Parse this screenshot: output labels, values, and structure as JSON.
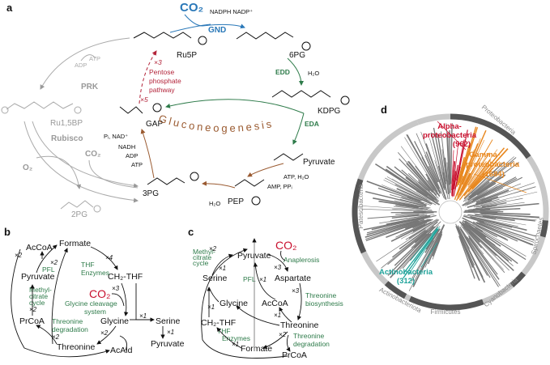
{
  "panels": {
    "a": {
      "label": "a",
      "metabolites": {
        "ru5p": "Ru5P",
        "sixpg": "6PG",
        "kdpg": "KDPG",
        "gap": "GAP",
        "pyruvate": "Pyruvate",
        "pep": "PEP",
        "threepg": "3PG",
        "ru15bp": "Ru1,5BP",
        "twopg": "2PG"
      },
      "enzymes": {
        "gnd": "GND",
        "edd": "EDD",
        "eda": "EDA",
        "prk": "PRK",
        "rubisco": "Rubisco"
      },
      "cofactors": {
        "nadph_nadp": "NADPH NADP⁺",
        "edd_h2o": "H₂O",
        "prk_atp": "ATP",
        "prk_adp": "ADP",
        "pi_nad": "Pᵢ, NAD⁺",
        "nadh": "NADH",
        "adp": "ADP",
        "atp": "ATP",
        "atp_h2o": "ATP, H₂O",
        "amp_ppi": "AMP, PPᵢ",
        "pep_h2o": "H₂O"
      },
      "co2_top": "CO₂",
      "co2_rubisco": "CO₂",
      "o2": "O₂",
      "pentose": {
        "x3": "×3",
        "x5": "×5",
        "line1": "Pentose",
        "line2": "phosphate",
        "line3": "pathway"
      },
      "gluconeogenesis": "Gluconeogenesis"
    },
    "b": {
      "label": "b",
      "nodes": {
        "acoa": "AcCoA",
        "formate": "Formate",
        "pyruvate": "Pyruvate",
        "ch2thf": "CH₂-THF",
        "co2": "CO₂",
        "glycine": "Glycine",
        "prcoa": "PrCoA",
        "threonine": "Threonine",
        "acald": "AcAld",
        "serine": "Serine",
        "pyruvate2": "Pyruvate"
      },
      "pathways": {
        "pfl": "PFL",
        "thf1": "THF",
        "thf2": "Enzymes",
        "methyl1": "Methyl-",
        "methyl2": "citrate",
        "methyl3": "cycle",
        "gcs1": "Glycine cleavage",
        "gcs2": "system",
        "thrdeg1": "Threonine",
        "thrdeg2": "degradation"
      },
      "stoich": [
        "×2",
        "×2",
        "×4",
        "×3",
        "×2",
        "×2",
        "×2",
        "×1",
        "×1"
      ]
    },
    "c": {
      "label": "c",
      "nodes": {
        "co2": "CO₂",
        "pyruvate": "Pyruvate",
        "serine": "Serine",
        "aspartate": "Aspartate",
        "glycine": "Glycine",
        "acoa": "AcCoA",
        "ch2thf": "CH₂-THF",
        "threonine": "Threonine",
        "formate": "Formate",
        "prcoa": "PrCoA"
      },
      "pathways": {
        "methyl1": "Methyl-",
        "methyl2": "citrate",
        "methyl3": "cycle",
        "anaplerosis": "Anaplerosis",
        "pfl": "PFL",
        "thrbio1": "Threonine",
        "thrbio2": "biosynthesis",
        "thf1": "THF",
        "thf2": "Enzymes",
        "thrdeg1": "Threonine",
        "thrdeg2": "degradation"
      },
      "stoich": [
        "×2",
        "×1",
        "×3",
        "×1",
        "×3",
        "×1",
        "×1",
        "×2",
        "×1"
      ]
    },
    "d": {
      "label": "d",
      "clades": [
        {
          "name": "Alpha-",
          "name2": "proteobacteria",
          "count": "(962)",
          "color": "#c8102e"
        },
        {
          "name": "Gamma-",
          "name2": "proteobacteria",
          "count": "(1684)",
          "color": "#e8871e"
        },
        {
          "name": "Actinobacteria",
          "count": "(312)",
          "color": "#1fa39a"
        }
      ],
      "ring_labels": {
        "proteobacteria": "Proteobacteria",
        "spirochaetes": "Spirochaetes",
        "cyanobacteria": "Cyanobacteria",
        "firmicutes": "Firmicutes",
        "actinobacteriota": "Actinobacteriota",
        "patescibacteria": "Patescibacteria"
      }
    }
  },
  "colors": {
    "co2_blue": "#2a78b8",
    "co2_red": "#c8102e",
    "pentose_red": "#b3243a",
    "enzyme_green": "#2e7b4a",
    "gluconeo_brown": "#9a5a30",
    "cbb_gray": "#999999",
    "ring_dark": "#555555",
    "ring_light": "#c8c8c8"
  }
}
